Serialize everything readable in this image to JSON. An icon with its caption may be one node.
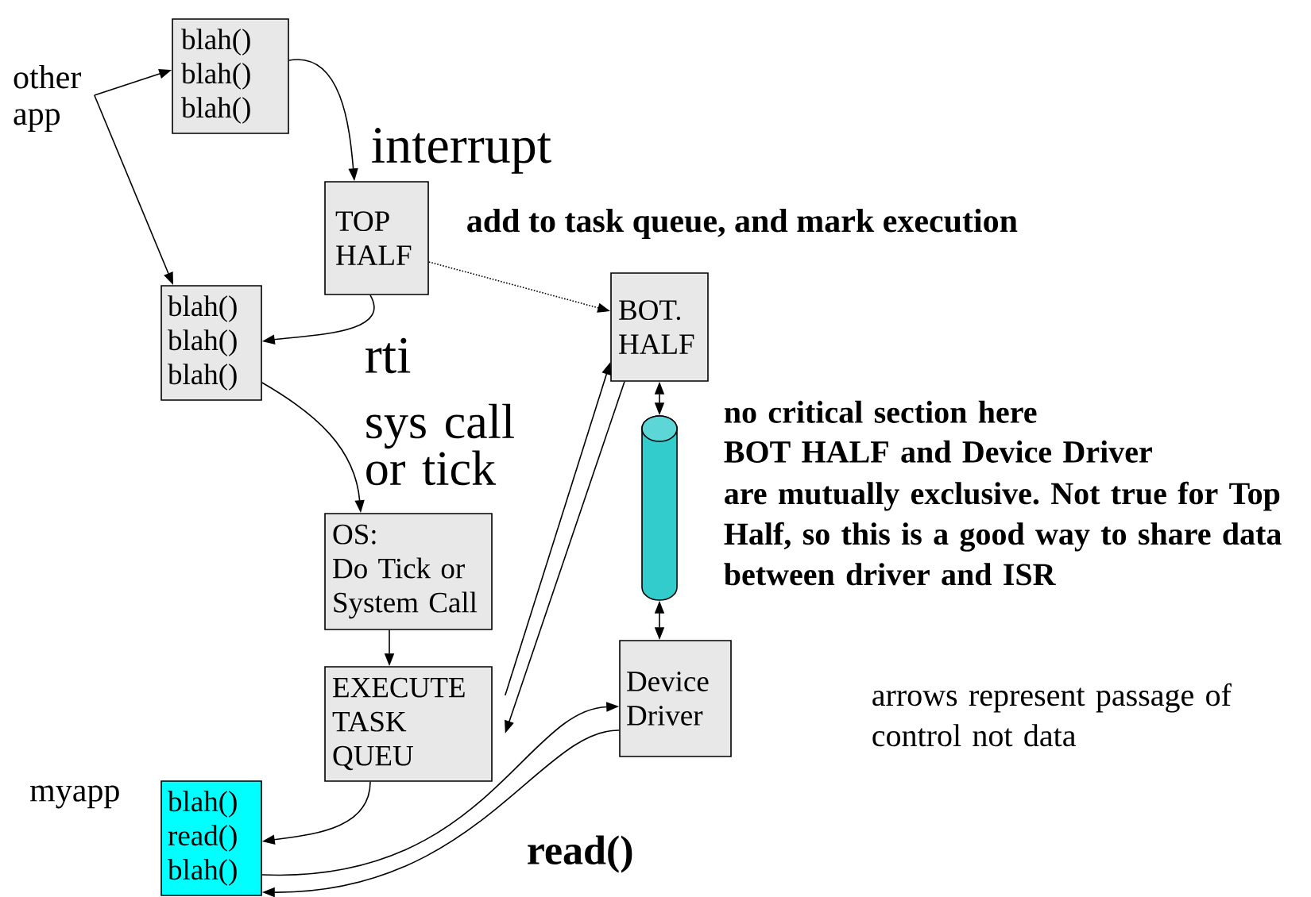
{
  "diagram": {
    "nodes": [
      {
        "text": [
          "other app"
        ]
      },
      {
        "text": [
          "blah()",
          "blah()",
          "blah()"
        ]
      },
      {
        "text": [
          "TOP HALF"
        ]
      },
      {
        "text": [
          "blah()",
          "blah()",
          "blah()"
        ]
      },
      {
        "text": [
          "BOT. HALF"
        ]
      },
      {
        "text": [],
        "shape": "cylinder"
      },
      {
        "text": [
          "OS:",
          "Do Tick or System Call"
        ]
      },
      {
        "text": [
          "EXECUTE TASK QUEU"
        ]
      },
      {
        "text": [
          "Device Driver"
        ]
      },
      {
        "text": [
          "blah()",
          "read()",
          "blah()"
        ],
        "beside": [
          "myapp"
        ]
      }
    ],
    "edges": [
      {
        "from": 0,
        "to": 1,
        "arrow": "to"
      },
      {
        "from": 0,
        "to": 3,
        "arrow": "to"
      },
      {
        "from": 1,
        "to": 2,
        "arrow": "to",
        "label": "interrupt"
      },
      {
        "from": 2,
        "to": 3,
        "arrow": "to",
        "label": "rti"
      },
      {
        "from": 2,
        "to": 4,
        "arrow": "to",
        "style": "dashed",
        "label": "add to task queue, and mark execution"
      },
      {
        "from": 3,
        "to": 6,
        "arrow": "to",
        "label": "sys call or tick"
      },
      {
        "from": 6,
        "to": 7,
        "arrow": "to"
      },
      {
        "from": 7,
        "to": 4,
        "arrow": "to"
      },
      {
        "from": 4,
        "to": 7,
        "arrow": "to"
      },
      {
        "from": 4,
        "to": 5,
        "arrow": "both"
      },
      {
        "from": 5,
        "to": 8,
        "arrow": "both"
      },
      {
        "from": 7,
        "to": 9,
        "arrow": "to"
      },
      {
        "from": 9,
        "to": 8,
        "arrow": "to",
        "label": "read()"
      },
      {
        "from": 8,
        "to": 9,
        "arrow": "to"
      }
    ],
    "labels": [
      "no critical section here",
      "BOT HALF and Device Driver",
      "are mutually exclusive. Not true for Top Half, so this is a good way to share data between driver and ISR",
      "arrows represent passage of control not data"
    ]
  }
}
